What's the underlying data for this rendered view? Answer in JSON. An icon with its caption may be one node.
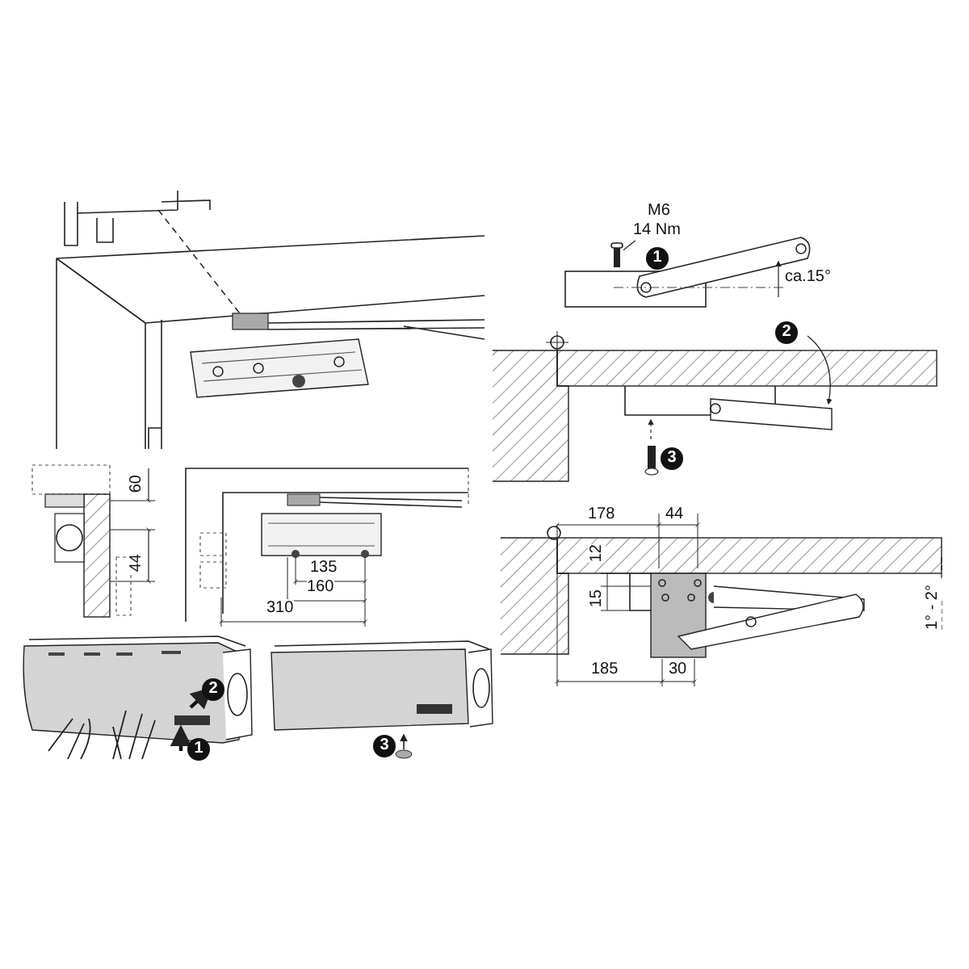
{
  "diagram": {
    "nodes": [
      {
        "text": [
          "M6 14 Nm"
        ]
      },
      {
        "text": [],
        "shape": "picture"
      }
    ],
    "edges": [
      {
        "from": 0,
        "to": 1,
        "arrow": "none"
      }
    ],
    "labels": [
      "1",
      "ca.15°",
      "2",
      "3",
      "60",
      "178",
      "44",
      "12",
      "44",
      "15",
      "135",
      "160",
      "185",
      "30",
      "1° - 2°",
      "310",
      "2",
      "1",
      "3"
    ]
  }
}
